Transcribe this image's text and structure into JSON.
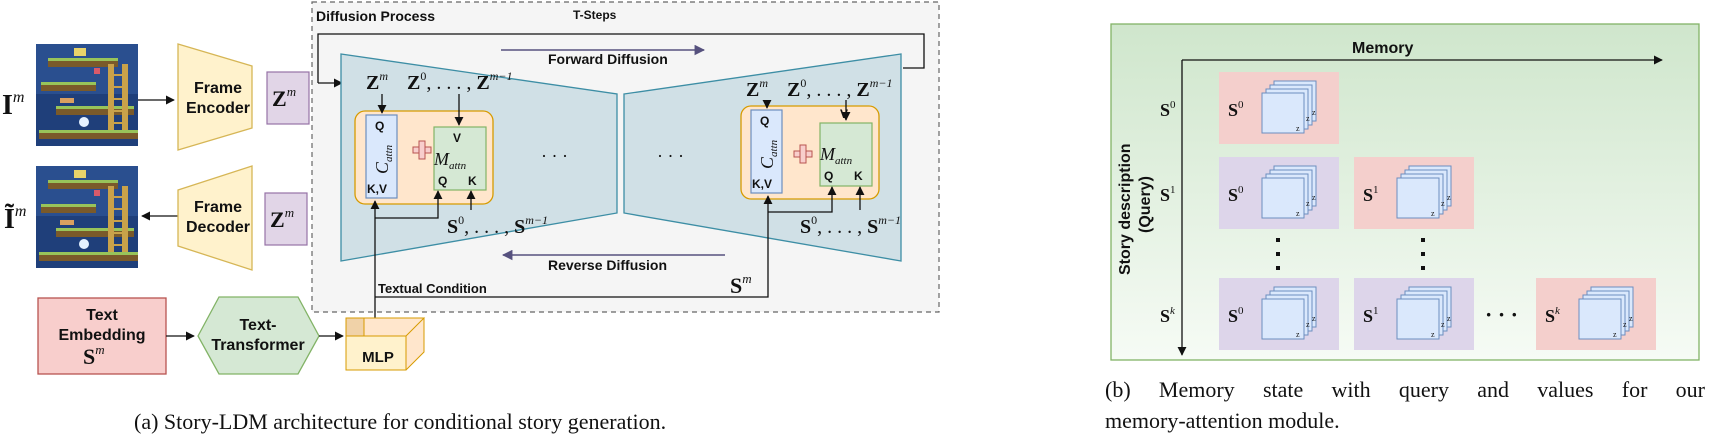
{
  "panel_a": {
    "input_frame_label": "I",
    "input_frame_sup": "m",
    "output_frame_label": "Ĩ",
    "output_frame_sup": "m",
    "frame_encoder": [
      "Frame",
      "Encoder"
    ],
    "frame_decoder": [
      "Frame",
      "Decoder"
    ],
    "latent_label": "Z",
    "latent_sup": "m",
    "diffusion_process": "Diffusion Process",
    "t_steps": "T-Steps",
    "forward_diffusion": "Forward Diffusion",
    "reverse_diffusion": "Reverse Diffusion",
    "textual_condition": "Textual Condition",
    "block_zm": "Z",
    "block_zm_sup": "m",
    "block_zseq_base": "Z",
    "block_zseq_sup0": "0",
    "block_zseq_sep": ", . . . , ",
    "block_zseq_supn": "m−1",
    "block_sseq_base": "S",
    "block_sseq_sup0": "0",
    "block_sseq_sep": ", . . . , ",
    "block_sseq_supn": "m−1",
    "q_label": "Q",
    "kv_label": "K,V",
    "v_label": "V",
    "k_label": "K",
    "c_attn_base": "C",
    "c_attn_sub": "attn",
    "m_attn_base": "M",
    "m_attn_sub": "attn",
    "ellipsis": "· · ·",
    "sm_label": "S",
    "sm_sup": "m",
    "text_embedding": [
      "Text",
      "Embedding"
    ],
    "text_embedding_s": "S",
    "text_embedding_sup": "m",
    "text_transformer": [
      "Text-",
      "Transformer"
    ],
    "mlp": "MLP",
    "caption": "(a) Story-LDM architecture for conditional story generation."
  },
  "panel_b": {
    "memory": "Memory",
    "axis_label": [
      "Story description",
      "(Query)"
    ],
    "rows": [
      {
        "label": "S",
        "sup": "0",
        "cells": [
          {
            "label": "S",
            "sup": "0",
            "color": "#f4cfcc"
          }
        ]
      },
      {
        "label": "S",
        "sup": "1",
        "cells": [
          {
            "label": "S",
            "sup": "0",
            "color": "#ddd5ea"
          },
          {
            "label": "S",
            "sup": "1",
            "color": "#f4cfcc"
          }
        ]
      },
      {
        "label": "S",
        "sup": "k",
        "cells": [
          {
            "label": "S",
            "sup": "0",
            "color": "#ddd5ea"
          },
          {
            "label": "S",
            "sup": "1",
            "color": "#ddd5ea"
          },
          {
            "label": "S",
            "sup": "k",
            "color": "#f4cfcc"
          }
        ]
      }
    ],
    "between_dots": "· · ·",
    "caption_line1": "(b) Memory state with query and values for our",
    "caption_line2": "memory-attention module."
  },
  "colors": {
    "encoder_fill": "#fff2cc",
    "encoder_stroke": "#d6b656",
    "latent_fill": "#e1d5e7",
    "latent_stroke": "#9673a6",
    "unet_fill": "#d0e0e6",
    "unet_stroke": "#3d8ea5",
    "attn_outer_fill": "#ffe6cc",
    "attn_outer_stroke": "#d79b00",
    "c_attn_fill": "#dae8fc",
    "c_attn_stroke": "#6c8ebf",
    "m_attn_fill": "#d5e8d4",
    "m_attn_stroke": "#82b366",
    "text_emb_fill": "#f8cecc",
    "text_emb_stroke": "#b85450",
    "transformer_fill": "#d5e8d4",
    "transformer_stroke": "#82b366",
    "memory_bg_top": "#cfe6cc",
    "memory_stroke": "#82b366",
    "arrow_purple": "#56517e"
  }
}
